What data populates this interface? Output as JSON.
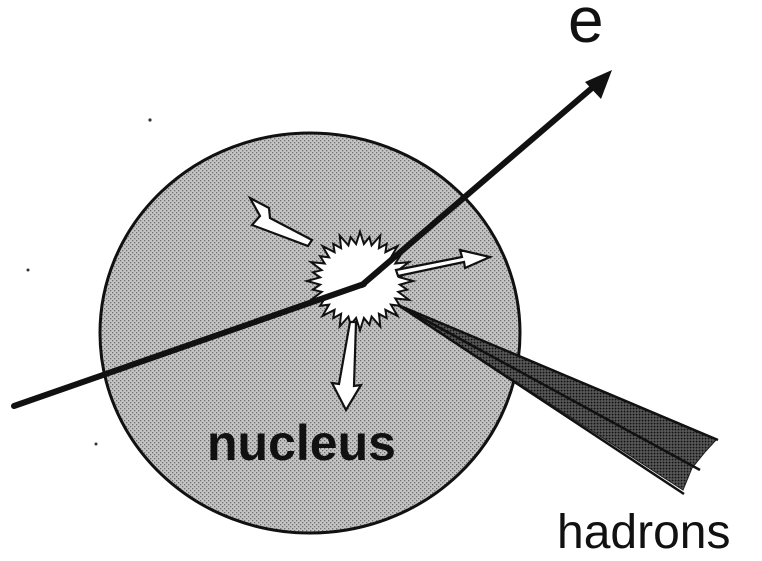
{
  "labels": {
    "electron": "e",
    "nucleus": "nucleus",
    "hadrons": "hadrons"
  },
  "colors": {
    "ink": "#111111",
    "nucleus_fill": "#b8b8b8",
    "paper": "#ffffff"
  }
}
